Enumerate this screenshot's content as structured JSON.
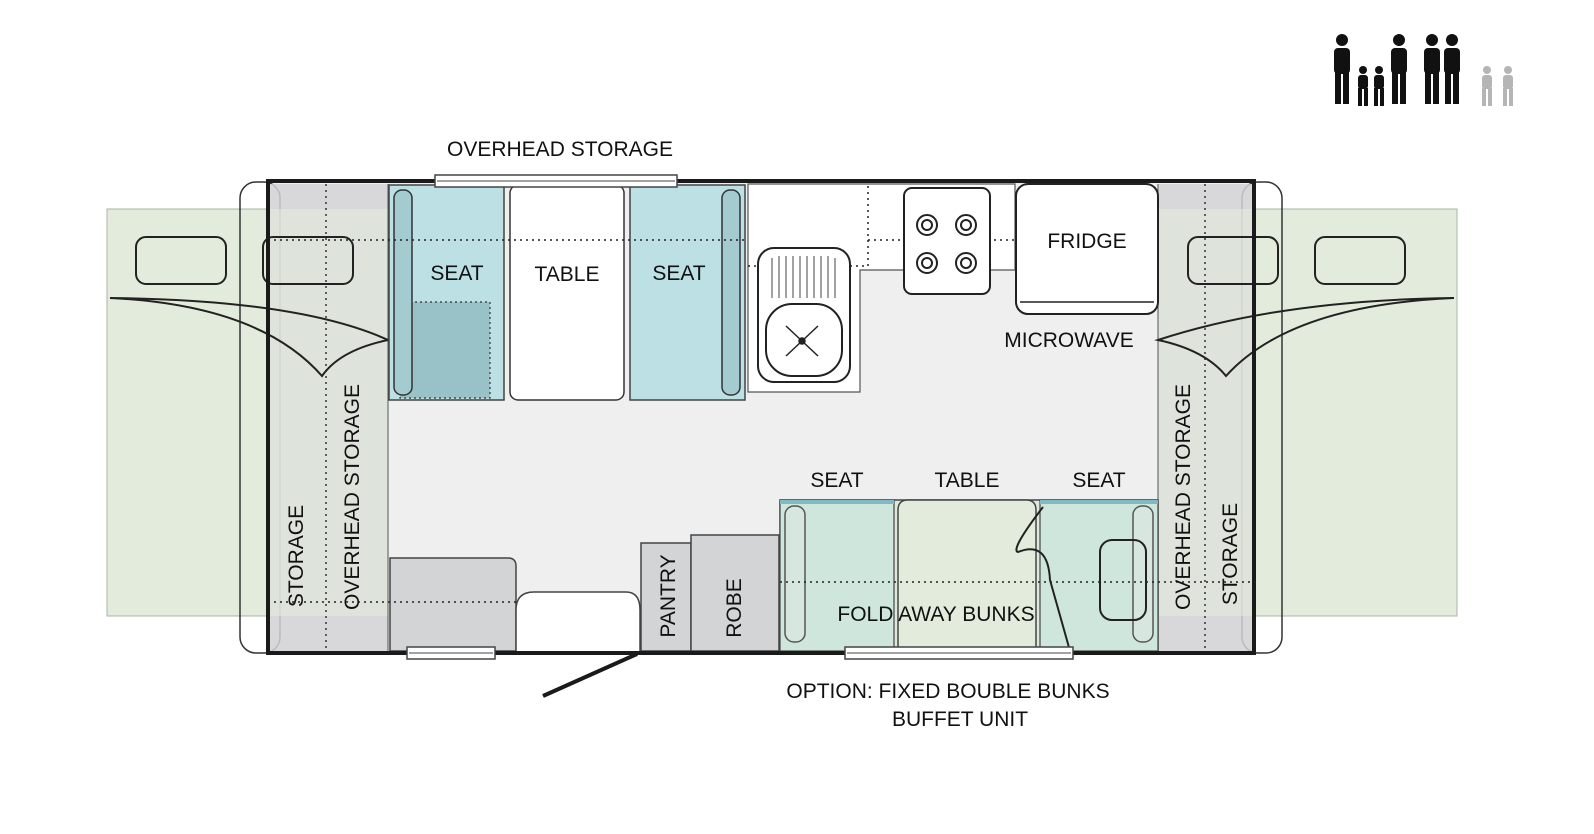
{
  "labels": {
    "overhead_storage_top": "OVERHEAD STORAGE",
    "seat_top_left": "SEAT",
    "table_top": "TABLE",
    "seat_top_right": "SEAT",
    "fridge": "FRIDGE",
    "microwave": "MICROWAVE",
    "storage_left": "STORAGE",
    "overhead_storage_left": "OVERHEAD STORAGE",
    "overhead_storage_right": "OVERHEAD STORAGE",
    "storage_right": "STORAGE",
    "seat_bottom_left": "SEAT",
    "table_bottom": "TABLE",
    "seat_bottom_right": "SEAT",
    "pantry": "PANTRY",
    "robe": "ROBE",
    "fold_away_bunks": "FOLD AWAY BUNKS",
    "option_line1": "OPTION: FIXED BOUBLE BUNKS",
    "option_line2": "BUFFET UNIT"
  },
  "occupancy_icons": {
    "solid": [
      "adult-female",
      "child",
      "child",
      "adult-male",
      "adult-female",
      "adult-male"
    ],
    "faded": [
      "child",
      "child"
    ]
  },
  "colors": {
    "outline": "#1a1a1a",
    "floor": "#efefef",
    "bed": "#e3ecdc",
    "seat": "#bde0e5",
    "storage": "#d3d4d6",
    "people_solid": "#111111",
    "people_faded": "#b5b5b5"
  }
}
